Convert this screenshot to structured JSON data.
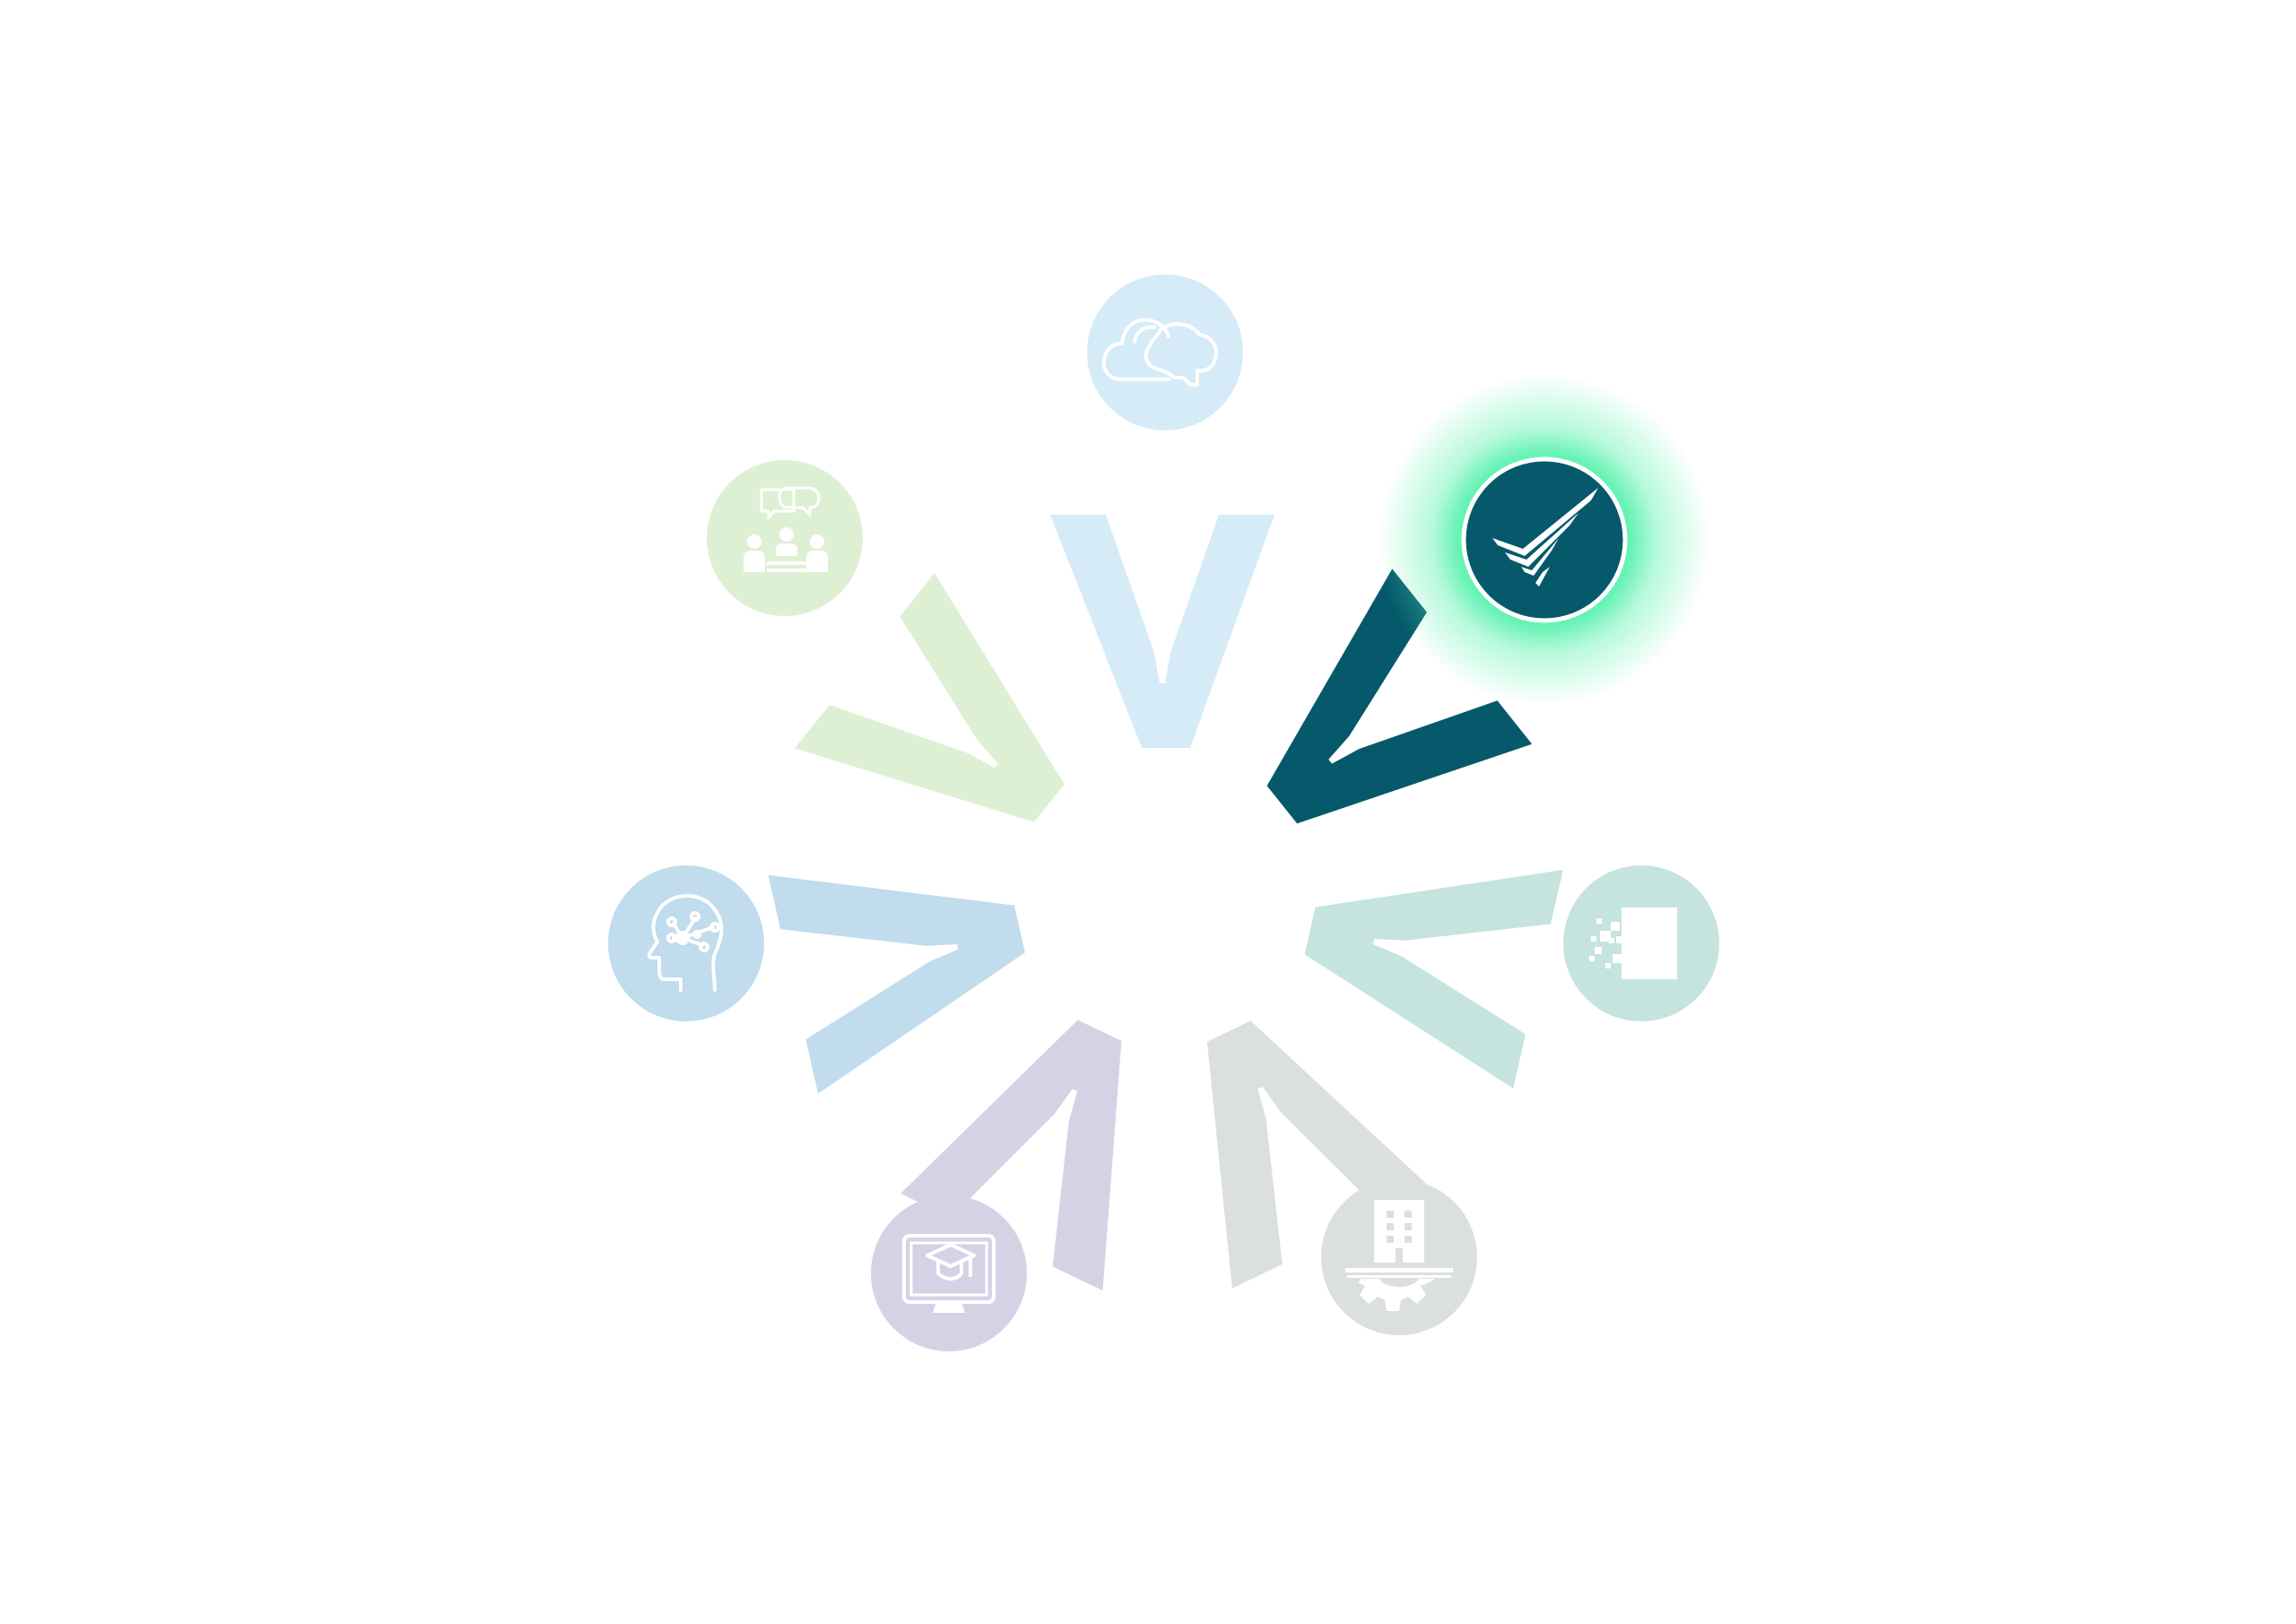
{
  "wheel": {
    "active_segment": "quality-assurance",
    "active_glow_color": "#5ef2b0",
    "segments": [
      {
        "id": "cloud-thinking",
        "icon": "cloud-brain-icon",
        "color": "#d5ebf7",
        "active": false
      },
      {
        "id": "quality-assurance",
        "icon": "checkmark-icon",
        "color": "#05596b",
        "active": true
      },
      {
        "id": "digital-transform",
        "icon": "pixel-square-icon",
        "color": "#c6e4df",
        "active": false
      },
      {
        "id": "enterprise-ops",
        "icon": "building-gear-icon",
        "color": "#dcdfe0",
        "active": false
      },
      {
        "id": "e-learning",
        "icon": "monitor-graduation-cap-icon",
        "color": "#d6d2e6",
        "active": false
      },
      {
        "id": "ai-mind",
        "icon": "head-network-icon",
        "color": "#c0dced",
        "active": false
      },
      {
        "id": "collaboration",
        "icon": "team-discussion-icon",
        "color": "#def0d4",
        "active": false
      }
    ]
  }
}
